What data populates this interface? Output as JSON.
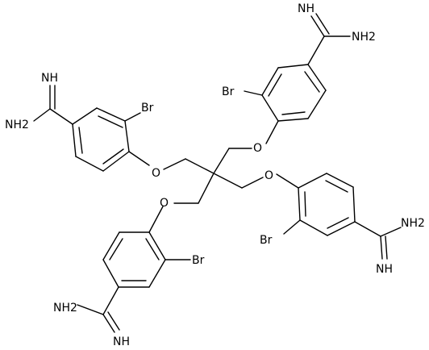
{
  "labels": {
    "ring_a": {
      "nh": "NH",
      "nh2": "NH2",
      "br": "Br",
      "o": "O"
    },
    "ring_b": {
      "nh": "NH",
      "nh2": "NH2",
      "br": "Br",
      "o": "O"
    },
    "ring_c": {
      "nh": "NH",
      "nh2": "NH2",
      "br": "Br",
      "o": "O"
    },
    "ring_d": {
      "nh": "NH",
      "nh2": "NH2",
      "br": "Br",
      "o": "O"
    }
  },
  "colors": {
    "bond": "#000000",
    "text": "#000000",
    "background": "#ffffff"
  }
}
